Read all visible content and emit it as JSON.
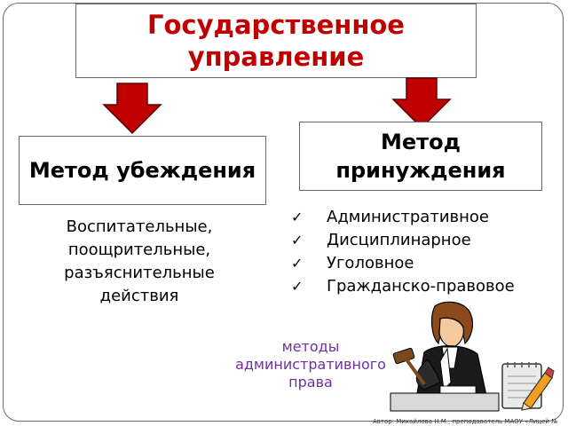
{
  "title": "Государственное управление",
  "method_persuasion": {
    "label": "Метод убеждения",
    "description": "Воспитательные, поощрительные, разъяснительные действия"
  },
  "method_coercion": {
    "label": "Метод принуждения",
    "items": [
      "Административное",
      "Дисциплинарное",
      "Уголовное",
      "Гражданско-правовое"
    ]
  },
  "caption": "методы административного права",
  "footer": "Автор: Михайлова Н.М., преподаватель МАОУ «Лицей №",
  "colors": {
    "title": "#c00000",
    "arrow": "#c00000",
    "caption": "#7030a0"
  },
  "icons": {
    "bullet": "check-icon",
    "illustration_1": "judge-icon",
    "illustration_2": "notepad-pencil-icon"
  }
}
